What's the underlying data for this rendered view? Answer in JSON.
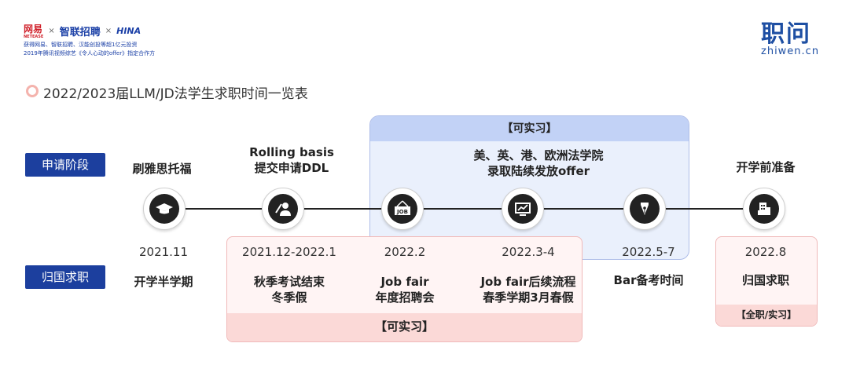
{
  "header": {
    "logo_netease": "网易",
    "logo_netease_sub": "NETEASE",
    "times": "×",
    "logo_zhilian": "智联招聘",
    "logo_hina": "HINA",
    "tagline": "获得网易、智联招聘、汉能创投等超1亿元投资",
    "tagline2": "2019年腾讯视频综艺《令人心动的offer》指定合作方",
    "brand_cn": "职问",
    "brand_en": "zhiwen.cn"
  },
  "title": "2022/2023届LLM/JD法学生求职时间一览表",
  "rows": {
    "apply": "申请阶段",
    "return": "归国求职"
  },
  "boxes": {
    "blue_header": "【可实习】",
    "blue_text_line1": "美、英、港、欧洲法学院",
    "blue_text_line2": "录取陆续发放offer",
    "pink_footer": "【可实习】",
    "pink2_footer": "【全职/实习】"
  },
  "top_labels": [
    {
      "line1": "刷雅思托福",
      "line2": ""
    },
    {
      "line1": "Rolling basis",
      "line2": "提交申请DDL"
    },
    {
      "line1": "开学前准备",
      "line2": ""
    }
  ],
  "nodes": [
    {
      "icon": "graduation-cap-icon",
      "date": "2021.11",
      "label1": "开学半学期",
      "label2": ""
    },
    {
      "icon": "person-search-icon",
      "date": "2021.12-2022.1",
      "label1": "秋季考试结束",
      "label2": "冬季假"
    },
    {
      "icon": "job-sign-icon",
      "date": "2022.2",
      "label1": "Job fair",
      "label2": "年度招聘会"
    },
    {
      "icon": "chart-monitor-icon",
      "date": "2022.3-4",
      "label1": "Job fair后续流程",
      "label2": "春季学期3月春假"
    },
    {
      "icon": "pen-nib-icon",
      "date": "2022.5-7",
      "label1": "Bar备考时间",
      "label2": ""
    },
    {
      "icon": "building-icon",
      "date": "2022.8",
      "label1": "归国求职",
      "label2": ""
    }
  ],
  "colors": {
    "label_blue": "#1c3f9e",
    "brand_blue": "#1e4fa3",
    "box_blue": "#eaf0fc",
    "box_pink": "#fff4f4"
  }
}
